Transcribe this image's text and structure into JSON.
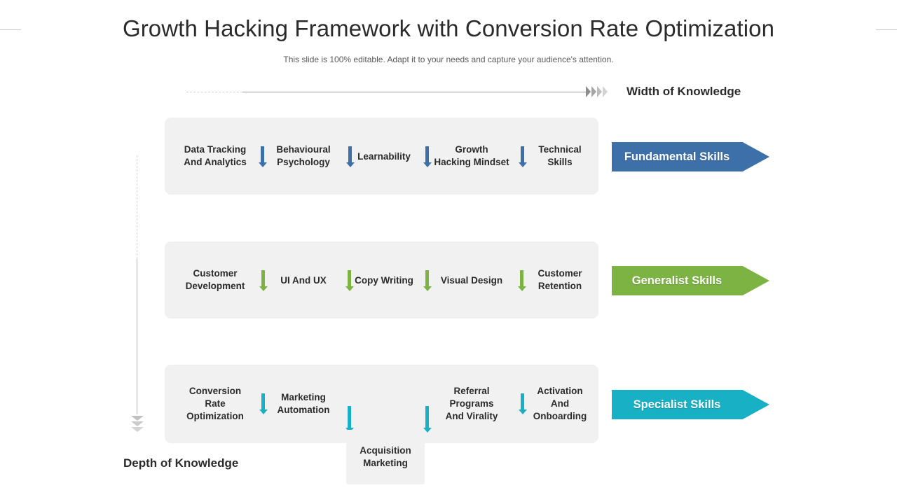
{
  "header": {
    "title": "Growth Hacking Framework with Conversion Rate Optimization",
    "subtitle": "This slide is 100% editable. Adapt it to your needs and capture your audience's attention."
  },
  "axes": {
    "width_label": "Width of Knowledge",
    "depth_label": "Depth of Knowledge"
  },
  "colors": {
    "fundamental": "#3d6fa8",
    "generalist": "#7cb342",
    "specialist": "#18b0c4",
    "box_bg": "#f1f1f1",
    "text": "#2b2b2b"
  },
  "rows": [
    {
      "banner": "Fundamental Skills",
      "accent": "#3d6fa8",
      "items": [
        "Data Tracking\nAnd Analytics",
        "Behavioural\nPsychology",
        "Learnability",
        "Growth\nHacking Mindset",
        "Technical\nSkills"
      ]
    },
    {
      "banner": "Generalist Skills",
      "accent": "#7cb342",
      "items": [
        "Customer\nDevelopment",
        "UI And UX",
        "Copy Writing",
        "Visual Design",
        "Customer\nRetention"
      ]
    },
    {
      "banner": "Specialist Skills",
      "accent": "#18b0c4",
      "items": [
        "Conversion\nRate\nOptimization",
        "Marketing\nAutomation",
        "Referral\nPrograms\nAnd Virality",
        "Activation\nAnd\nOnboarding"
      ],
      "overflow_item": "Acquisition\nMarketing"
    }
  ]
}
